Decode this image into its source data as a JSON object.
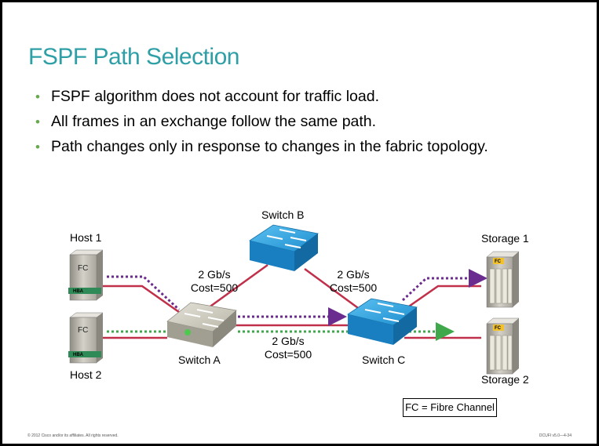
{
  "slide": {
    "title": "FSPF Path Selection",
    "bullets": [
      "FSPF algorithm does not account for traffic load.",
      "All frames in an exchange follow the same path.",
      "Path changes only in response to changes in the fabric topology."
    ]
  },
  "diagram": {
    "nodes": {
      "host1": "Host 1",
      "host2": "Host 2",
      "switch_a": "Switch A",
      "switch_b": "Switch B",
      "switch_c": "Switch C",
      "storage1": "Storage 1",
      "storage2": "Storage 2"
    },
    "host_badge": "FC",
    "hba_label": "HBA",
    "storage_badge": "FC",
    "links": {
      "a_b": {
        "rate": "2 Gb/s",
        "cost": "Cost=500"
      },
      "b_c": {
        "rate": "2 Gb/s",
        "cost": "Cost=500"
      },
      "a_c": {
        "rate": "2 Gb/s",
        "cost": "Cost=500"
      }
    },
    "legend": "FC = Fibre Channel"
  },
  "footer": {
    "left": "© 2012 Cisco and/or its affiliates. All rights reserved.",
    "right": "DCUFI v5.0—4-34"
  },
  "colors": {
    "title": "#2e9fa6",
    "bullet": "#6aa84f",
    "link": "#c0304a",
    "path_purple": "#6b2c8f",
    "path_green": "#3fa84a",
    "switch_blue": "#1e8fd0",
    "switch_gray": "#c4c1b4"
  }
}
